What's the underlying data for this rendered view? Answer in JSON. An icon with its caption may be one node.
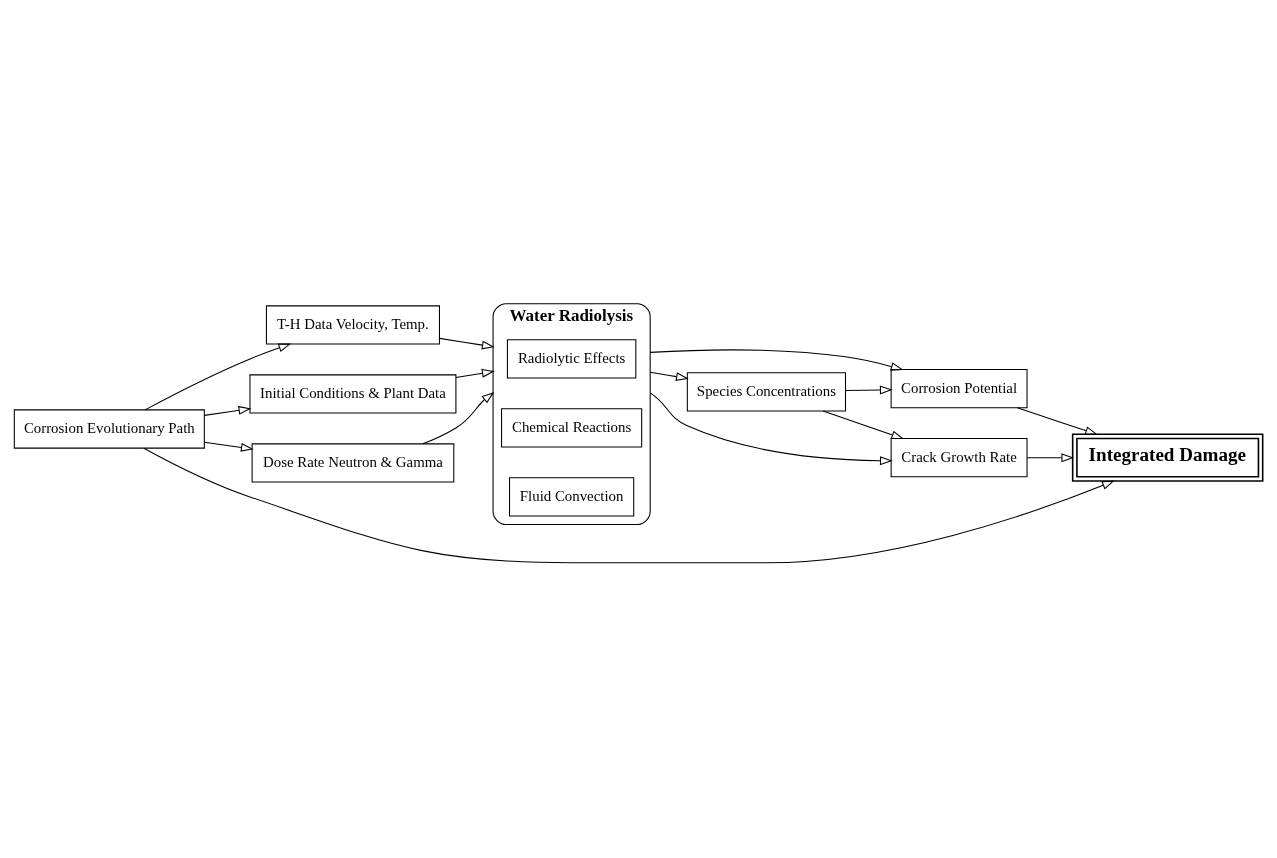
{
  "diagram": {
    "nodes": [
      {
        "text": [
          "Corrosion Evolutionary Path"
        ]
      },
      {
        "text": [
          "T-H Data Velocity, Temp."
        ]
      },
      {
        "text": [
          "Initial Conditions & Plant Data"
        ]
      },
      {
        "text": [
          "Dose Rate Neutron & Gamma"
        ]
      },
      {
        "text": [
          "Water Radiolysis"
        ]
      },
      {
        "text": [
          "Radiolytic Effects"
        ],
        "in": 4
      },
      {
        "text": [
          "Chemical Reactions"
        ],
        "in": 4
      },
      {
        "text": [
          "Fluid Convection"
        ],
        "in": 4
      },
      {
        "text": [
          "Corrosion Potential"
        ]
      },
      {
        "text": [
          "Species Concentrations"
        ]
      },
      {
        "text": [
          "Crack Growth Rate"
        ]
      },
      {
        "text": [
          "Integrated Damage"
        ]
      }
    ],
    "edges": [
      {
        "from": 0,
        "to": 1,
        "arrow": "to"
      },
      {
        "from": 0,
        "to": 2,
        "arrow": "to"
      },
      {
        "from": 0,
        "to": 3,
        "arrow": "to"
      },
      {
        "from": 1,
        "to": 4,
        "arrow": "to"
      },
      {
        "from": 2,
        "to": 4,
        "arrow": "to"
      },
      {
        "from": 3,
        "to": 4,
        "arrow": "to"
      },
      {
        "from": 4,
        "to": 8,
        "arrow": "to"
      },
      {
        "from": 4,
        "to": 9,
        "arrow": "to"
      },
      {
        "from": 4,
        "to": 10,
        "arrow": "to"
      },
      {
        "from": 9,
        "to": 8,
        "arrow": "to"
      },
      {
        "from": 9,
        "to": 10,
        "arrow": "to"
      },
      {
        "from": 10,
        "to": 11,
        "arrow": "to"
      },
      {
        "from": 0,
        "to": 11,
        "arrow": "to"
      },
      {
        "from": 8,
        "to": 11,
        "arrow": "to"
      }
    ]
  }
}
